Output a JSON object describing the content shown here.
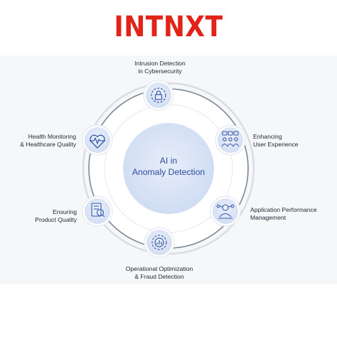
{
  "brand": {
    "logo_text": "INTNXT"
  },
  "center": {
    "line1": "AI in",
    "line2": "Anomaly Detection"
  },
  "nodes": [
    {
      "icon": "lock-gear-icon",
      "line1": "Intrusion Detection",
      "line2": "in Cybersecurity"
    },
    {
      "icon": "user-feedback-icon",
      "line1": "Enhancing",
      "line2": "User Experience"
    },
    {
      "icon": "performance-monitor-icon",
      "line1": "Application Performance",
      "line2": "Management"
    },
    {
      "icon": "gear-chart-icon",
      "line1": "Operational Optimization",
      "line2": "& Fraud Detection"
    },
    {
      "icon": "quality-inspection-icon",
      "line1": "Ensuring",
      "line2": "Product Quality"
    },
    {
      "icon": "heart-pulse-icon",
      "line1": "Health Monitoring",
      "line2": "& Healthcare Quality"
    }
  ],
  "colors": {
    "brand_red": "#e2231a",
    "accent_blue": "#2e4c9b",
    "icon_blue": "#3a5aa8",
    "node_fill": "#dde6f5",
    "center_fill": "#d6e1f4"
  }
}
